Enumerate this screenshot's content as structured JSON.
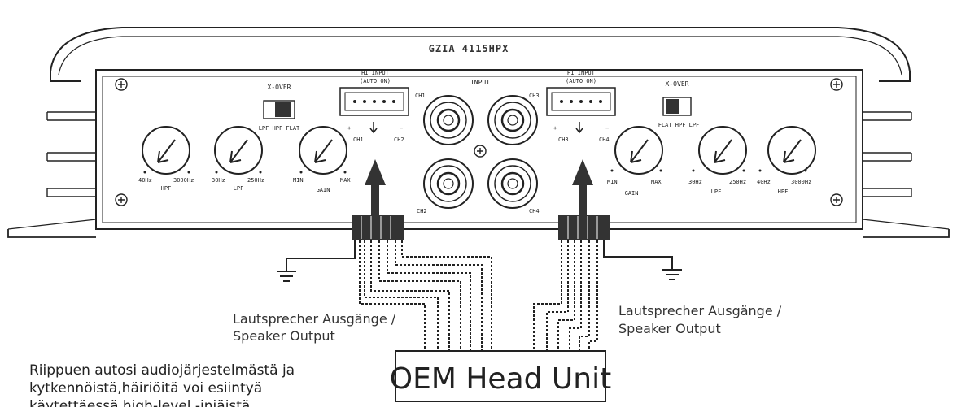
{
  "amplifier": {
    "model": "GZIA 4115HPX",
    "input_label": "INPUT",
    "channels": [
      "CH1",
      "CH2",
      "CH3",
      "CH4"
    ],
    "hi_input": {
      "left": {
        "line1": "HI  INPUT",
        "line2": "(AUTO ON)",
        "ch_a": "CH1",
        "ch_b": "CH2",
        "plus": "+",
        "minus": "−"
      },
      "right": {
        "line1": "HI  INPUT",
        "line2": "(AUTO ON)",
        "ch_a": "CH3",
        "ch_b": "CH4",
        "plus": "+",
        "minus": "−"
      }
    },
    "xover": {
      "label": "X-OVER",
      "left_positions": "LPF  HPF  FLAT",
      "right_positions": "FLAT  HPF  LPF"
    },
    "knobs": {
      "left": [
        {
          "name": "HPF",
          "min": "40Hz",
          "max": "3000Hz"
        },
        {
          "name": "LPF",
          "min": "30Hz",
          "max": "250Hz"
        },
        {
          "name": "GAIN",
          "min": "MIN",
          "max": "MAX"
        }
      ],
      "right": [
        {
          "name": "GAIN",
          "min": "MIN",
          "max": "MAX"
        },
        {
          "name": "LPF",
          "min": "30Hz",
          "max": "250Hz"
        },
        {
          "name": "HPF",
          "min": "40Hz",
          "max": "3000Hz"
        }
      ]
    }
  },
  "labels": {
    "speaker_left_1": "Lautsprecher Ausgänge /",
    "speaker_left_2": "Speaker Output",
    "speaker_right_1": "Lautsprecher Ausgänge /",
    "speaker_right_2": "Speaker Output",
    "head_unit": "OEM Head Unit",
    "note_line1": "Riippuen autosi audiojärjestelmästä ja",
    "note_line2": "kytkennöistä,häiriöitä voi esiintyä",
    "note_line3": "käytettäessä high-level -injäistä."
  },
  "colors": {
    "line": "#222222",
    "connector": "#333333",
    "panel": "#ffffff"
  }
}
